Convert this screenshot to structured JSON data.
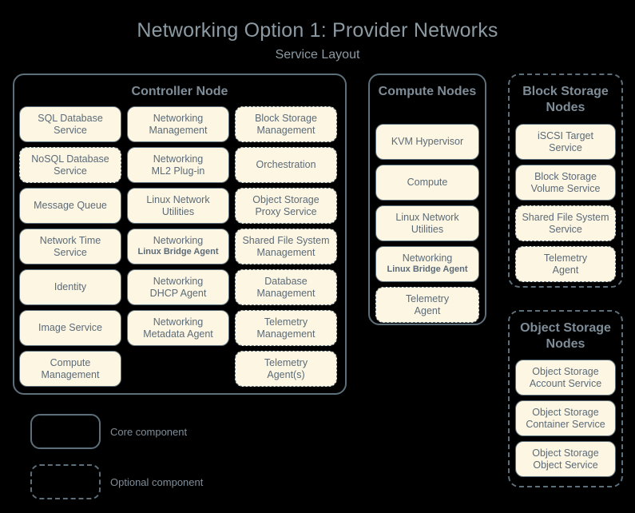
{
  "header": {
    "title": "Networking Option 1: Provider Networks",
    "subtitle": "Service Layout"
  },
  "colors": {
    "background": "#000000",
    "box_fill": "#fdf6e3",
    "border": "#5d6f7a",
    "text": "#5b6b78",
    "title_text": "#8c9aa3",
    "node_title_text": "#7e8d98"
  },
  "nodes": [
    {
      "id": "controller-node",
      "title": "Controller Node",
      "optional": false,
      "columns": [
        [
          {
            "l1": "SQL Database",
            "l2": "Service",
            "optional": false
          },
          {
            "l1": "NoSQL Database",
            "l2": "Service",
            "optional": true
          },
          {
            "l1": "Message Queue",
            "l2": "",
            "optional": false
          },
          {
            "l1": "Network Time",
            "l2": "Service",
            "optional": false
          },
          {
            "l1": "Identity",
            "l2": "",
            "optional": false
          },
          {
            "l1": "Image Service",
            "l2": "",
            "optional": false
          },
          {
            "l1": "Compute",
            "l2": "Management",
            "optional": false
          }
        ],
        [
          {
            "l1": "Networking",
            "l2": "Management",
            "optional": false
          },
          {
            "l1": "Networking",
            "l2": "ML2 Plug-in",
            "optional": false
          },
          {
            "l1": "Linux Network",
            "l2": "Utilities",
            "optional": false
          },
          {
            "l1": "Networking",
            "l2": "Linux Bridge Agent",
            "optional": false,
            "small2": true
          },
          {
            "l1": "Networking",
            "l2": "DHCP Agent",
            "optional": false
          },
          {
            "l1": "Networking",
            "l2": "Metadata Agent",
            "optional": false
          }
        ],
        [
          {
            "l1": "Block Storage",
            "l2": "Management",
            "optional": true
          },
          {
            "l1": "Orchestration",
            "l2": "",
            "optional": true
          },
          {
            "l1": "Object Storage",
            "l2": "Proxy Service",
            "optional": true
          },
          {
            "l1": "Shared File System",
            "l2": "Management",
            "optional": true
          },
          {
            "l1": "Database",
            "l2": "Management",
            "optional": true
          },
          {
            "l1": "Telemetry",
            "l2": "Management",
            "optional": true
          },
          {
            "l1": "Telemetry",
            "l2": "Agent(s)",
            "optional": true
          }
        ]
      ]
    },
    {
      "id": "compute-nodes",
      "title": "Compute Nodes",
      "optional": false,
      "columns": [
        [
          {
            "l1": "KVM Hypervisor",
            "l2": "",
            "optional": false
          },
          {
            "l1": "Compute",
            "l2": "",
            "optional": false
          },
          {
            "l1": "Linux Network",
            "l2": "Utilities",
            "optional": false
          },
          {
            "l1": "Networking",
            "l2": "Linux Bridge Agent",
            "optional": false,
            "small2": true
          },
          {
            "l1": "Telemetry",
            "l2": "Agent",
            "optional": true
          }
        ]
      ]
    },
    {
      "id": "block-storage-nodes",
      "title": "Block Storage Nodes",
      "optional": true,
      "columns": [
        [
          {
            "l1": "iSCSI Target",
            "l2": "Service",
            "optional": false
          },
          {
            "l1": "Block Storage",
            "l2": "Volume Service",
            "optional": false
          },
          {
            "l1": "Shared File System",
            "l2": "Service",
            "optional": true
          },
          {
            "l1": "Telemetry",
            "l2": "Agent",
            "optional": true
          }
        ]
      ]
    },
    {
      "id": "object-storage-nodes",
      "title": "Object Storage Nodes",
      "optional": true,
      "columns": [
        [
          {
            "l1": "Object Storage",
            "l2": "Account Service",
            "optional": false
          },
          {
            "l1": "Object Storage",
            "l2": "Container Service",
            "optional": false
          },
          {
            "l1": "Object Storage",
            "l2": "Object Service",
            "optional": false
          }
        ]
      ]
    }
  ],
  "legend": [
    {
      "label": "Core component",
      "optional": false
    },
    {
      "label": "Optional component",
      "optional": true
    }
  ]
}
